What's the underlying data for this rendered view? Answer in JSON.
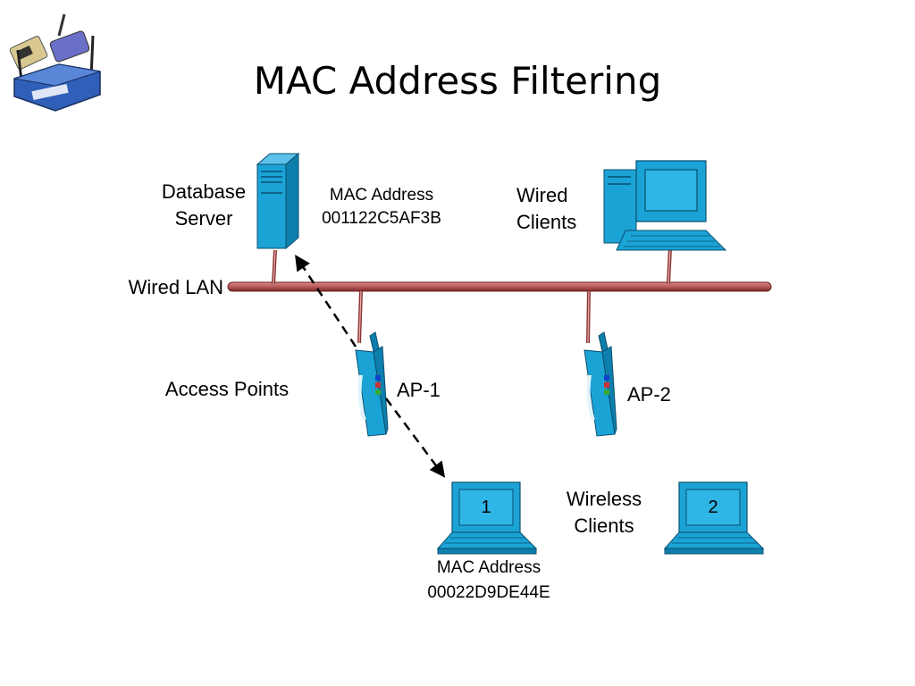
{
  "slide": {
    "title": "MAC Address Filtering",
    "colors": {
      "device_fill": "#1ba3d6",
      "device_dark": "#0b6f98",
      "cable": "#b85a5a",
      "cable_dark": "#6e1f1f",
      "arrow": "#000000"
    }
  },
  "labels": {
    "database_server_line1": "Database",
    "database_server_line2": "Server",
    "server_mac_line1": "MAC Address",
    "server_mac_line2": "001122C5AF3B",
    "wired_clients_line1": "Wired",
    "wired_clients_line2": "Clients",
    "wired_lan": "Wired LAN",
    "access_points": "Access Points",
    "ap1": "AP-1",
    "ap2": "AP-2",
    "wireless_clients_line1": "Wireless",
    "wireless_clients_line2": "Clients",
    "client_mac_line1": "MAC Address",
    "client_mac_line2": "00022D9DE44E",
    "laptop1_number": "1",
    "laptop2_number": "2"
  },
  "icons": [
    "router-logo-icon",
    "database-server-icon",
    "desktop-computer-icon",
    "access-point-icon",
    "laptop-icon"
  ]
}
